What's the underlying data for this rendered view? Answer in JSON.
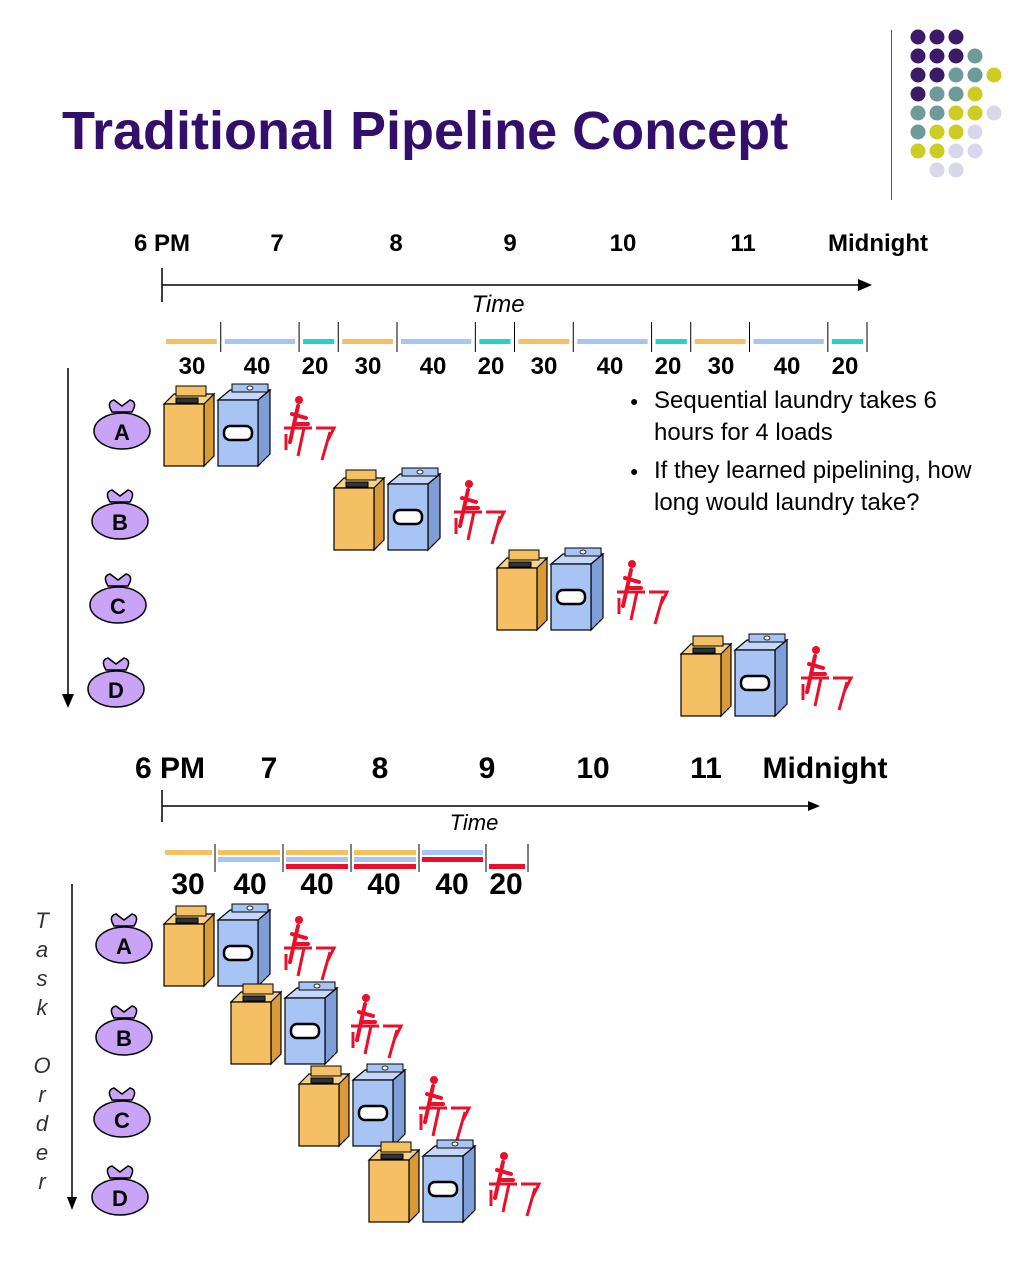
{
  "title": "Traditional Pipeline Concept",
  "colors": {
    "title": "#330f6b",
    "wash": "#f5bf64",
    "dry": "#a8c4f5",
    "fold": "#27d0c8",
    "fold_pipelined": "#e8102a",
    "bag": "#c9a3f5",
    "person": "#e8102a"
  },
  "sequential": {
    "hours": [
      "6 PM",
      "7",
      "8",
      "9",
      "10",
      "11",
      "Midnight"
    ],
    "time_label": "Time",
    "durations": [
      "30",
      "40",
      "20",
      "30",
      "40",
      "20",
      "30",
      "40",
      "20",
      "30",
      "40",
      "20"
    ],
    "loads": [
      "A",
      "B",
      "C",
      "D"
    ],
    "bullets": [
      "Sequential laundry takes 6 hours for 4 loads",
      "If they learned pipelining, how long would  laundry take?"
    ]
  },
  "pipelined": {
    "hours": [
      "6 PM",
      "7",
      "8",
      "9",
      "10",
      "11",
      "Midnight"
    ],
    "time_label": "Time",
    "durations": [
      "30",
      "40",
      "40",
      "40",
      "40",
      "20"
    ],
    "loads": [
      "A",
      "B",
      "C",
      "D"
    ],
    "axis_label": "Task Order"
  },
  "icons": {
    "bag": "laundry-bag-icon",
    "washer": "washer-icon",
    "dryer": "dryer-icon",
    "folder": "person-folding-icon",
    "decoration": "dot-grid-decoration"
  }
}
